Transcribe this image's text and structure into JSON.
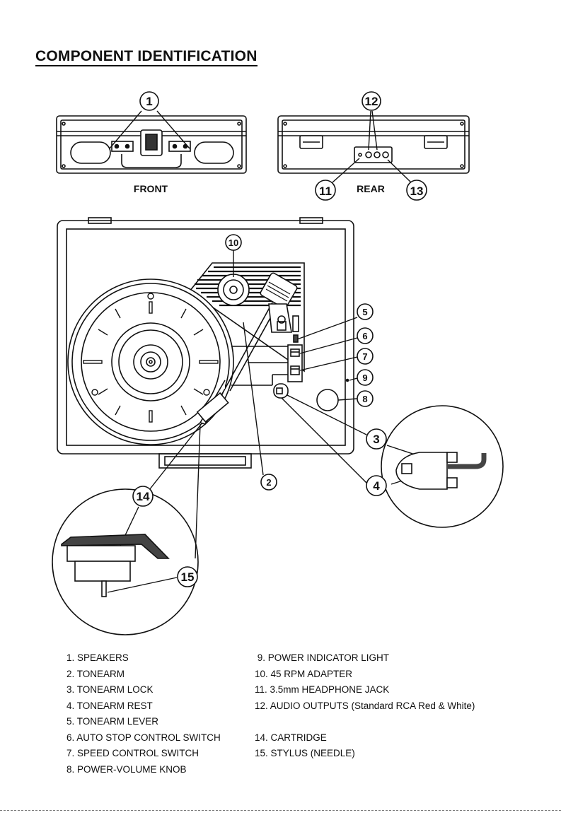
{
  "title": "COMPONENT IDENTIFICATION",
  "views": {
    "front": "FRONT",
    "rear": "REAR"
  },
  "callouts": [
    "1",
    "2",
    "3",
    "4",
    "5",
    "6",
    "7",
    "8",
    "9",
    "10",
    "11",
    "12",
    "13",
    "14",
    "15"
  ],
  "legend_left": [
    "1. SPEAKERS",
    "2. TONEARM",
    "3. TONEARM LOCK",
    "4. TONEARM REST",
    "5. TONEARM LEVER",
    "6. AUTO STOP CONTROL SWITCH",
    "7. SPEED CONTROL SWITCH",
    "8. POWER-VOLUME KNOB"
  ],
  "legend_right": [
    " 9. POWER INDICATOR LIGHT",
    "10. 45 RPM ADAPTER",
    "11. 3.5mm HEADPHONE JACK",
    "12. AUDIO OUTPUTS (Standard RCA Red & White)",
    "",
    "14. CARTRIDGE",
    "15. STYLUS (NEEDLE)"
  ]
}
